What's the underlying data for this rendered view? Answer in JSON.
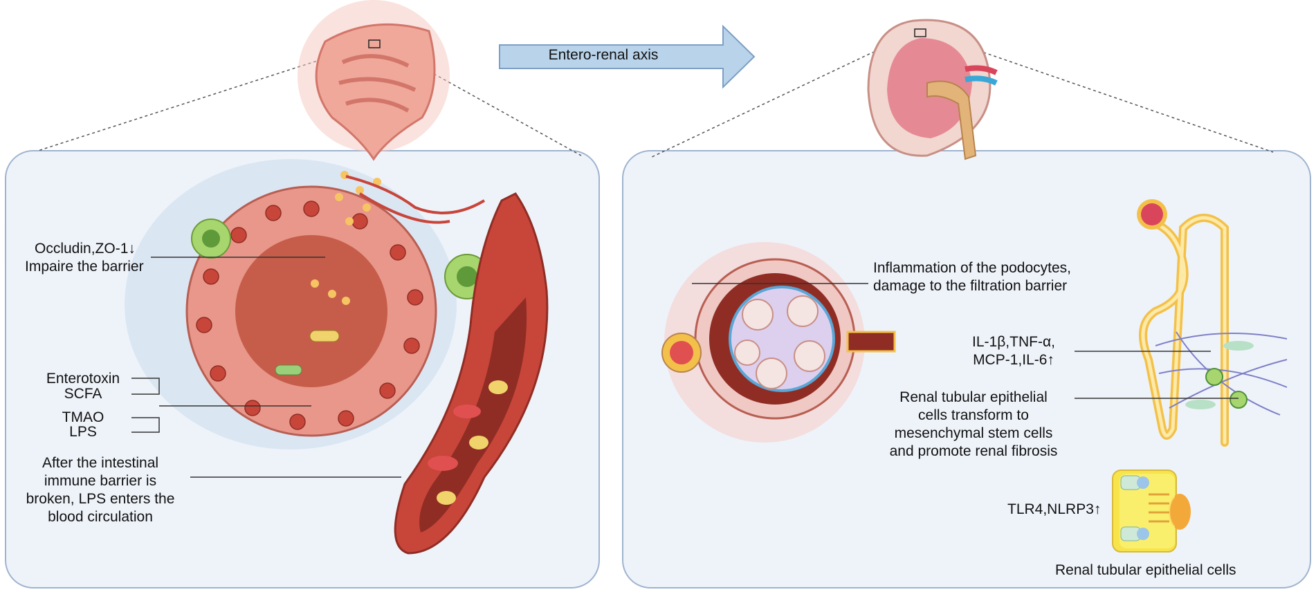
{
  "arrow": {
    "label": "Entero-renal axis"
  },
  "gut_panel": {
    "occludin_line1": "Occludin,ZO-1↓",
    "occludin_line2": "Impaire the barrier",
    "metabolites": [
      "Enterotoxin",
      "SCFA",
      "TMAO",
      "LPS"
    ],
    "barrier_text": [
      "After the intestinal",
      "immune barrier is",
      "broken, LPS enters the",
      "blood circulation"
    ]
  },
  "kidney_panel": {
    "podocyte_text": [
      "Inflammation of the podocytes,",
      "damage to the filtration barrier"
    ],
    "cytokines": [
      "IL-1β,TNF-α,",
      "MCP-1,IL-6↑"
    ],
    "emt_text": [
      "Renal tubular epithelial",
      "cells transform to",
      "mesenchymal stem cells",
      "and promote renal fibrosis"
    ],
    "receptor": "TLR4,NLRP3↑",
    "cell_caption": "Renal tubular epithelial cells"
  },
  "colors": {
    "panel_bg": "#eef3fa",
    "panel_border": "#9fb3cf",
    "arrow_fill": "#b9d3ea",
    "tissue": "#e8978a",
    "vessel": "#c8453a",
    "tubule": "#f3c14a"
  }
}
